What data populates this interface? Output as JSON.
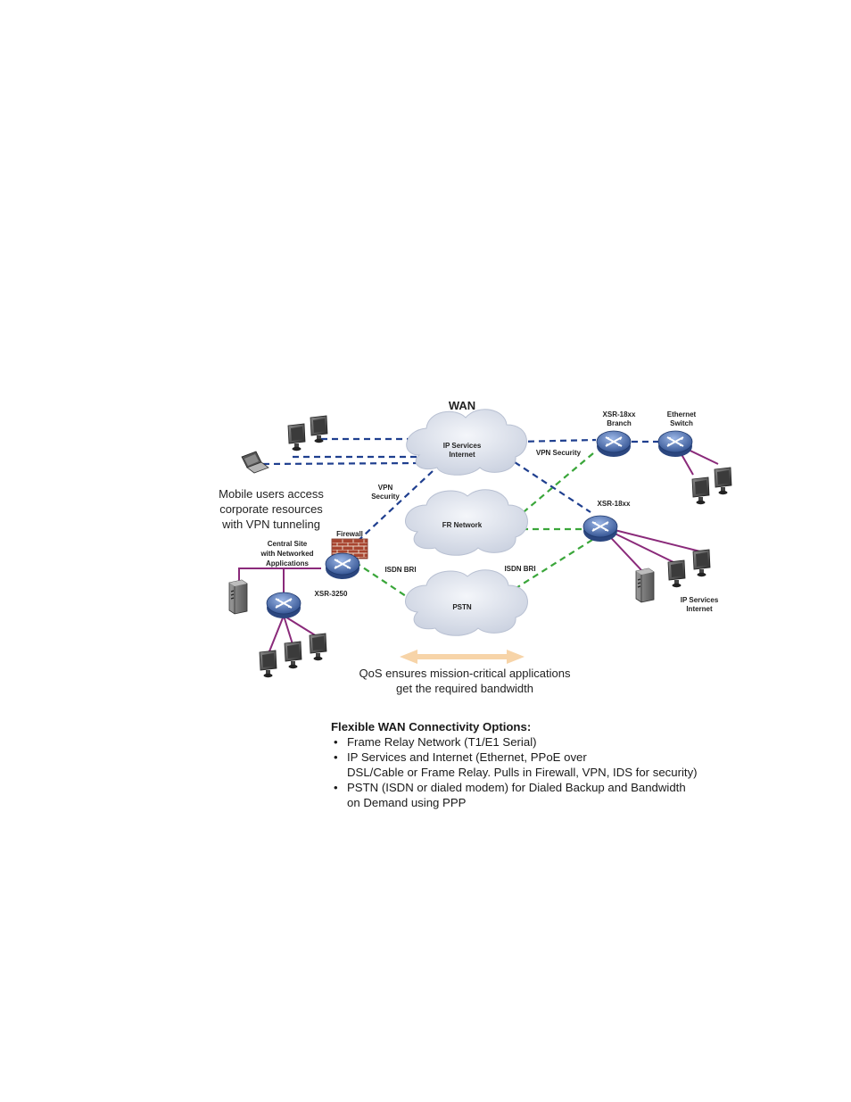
{
  "diagram": {
    "wan_title": "WAN",
    "clouds": {
      "ip_services_line1": "IP Services",
      "ip_services_line2": "Internet",
      "fr_network": "FR Network",
      "pstn": "PSTN"
    },
    "labels": {
      "xsr_branch_line1": "XSR-18xx",
      "xsr_branch_line2": "Branch",
      "ethernet_switch_line1": "Ethernet",
      "ethernet_switch_line2": "Switch",
      "vpn_security_right": "VPN Security",
      "vpn_security_left_line1": "VPN",
      "vpn_security_left_line2": "Security",
      "xsr_remote": "XSR-18xx",
      "firewall": "Firewall",
      "central_site_line1": "Central Site",
      "central_site_line2": "with Networked",
      "central_site_line3": "Applications",
      "xsr_3250": "XSR-3250",
      "isdn_bri_left": "ISDN BRI",
      "isdn_bri_right": "ISDN BRI",
      "ip_services_remote_line1": "IP Services",
      "ip_services_remote_line2": "Internet"
    },
    "mobile_caption": [
      "Mobile users access",
      "corporate resources",
      "with VPN tunneling"
    ],
    "qos_caption": [
      "QoS ensures mission-critical applications",
      "get the required bandwidth"
    ],
    "colors": {
      "vpn_link": "#1f3f8f",
      "isdn_link": "#3aa63a",
      "lan_link": "#8a2a7a",
      "cloud": "#dfe4ef",
      "router": "#4a6fb0",
      "firewall": "#a23a2a",
      "qos_arrow": "#f7d4a8"
    },
    "icons": [
      "router-icon",
      "firewall-icon",
      "monitor-icon",
      "laptop-icon",
      "server-icon",
      "switch-icon",
      "cloud-icon"
    ]
  },
  "options": {
    "heading": "Flexible WAN Connectivity Options:",
    "items": [
      "Frame Relay Network (T1/E1 Serial)",
      "IP Services and Internet (Ethernet, PPoE over",
      "DSL/Cable or Frame Relay. Pulls in Firewall, VPN, IDS for security)",
      "PSTN (ISDN or dialed modem) for Dialed Backup and Bandwidth",
      "on Demand using PPP"
    ]
  }
}
